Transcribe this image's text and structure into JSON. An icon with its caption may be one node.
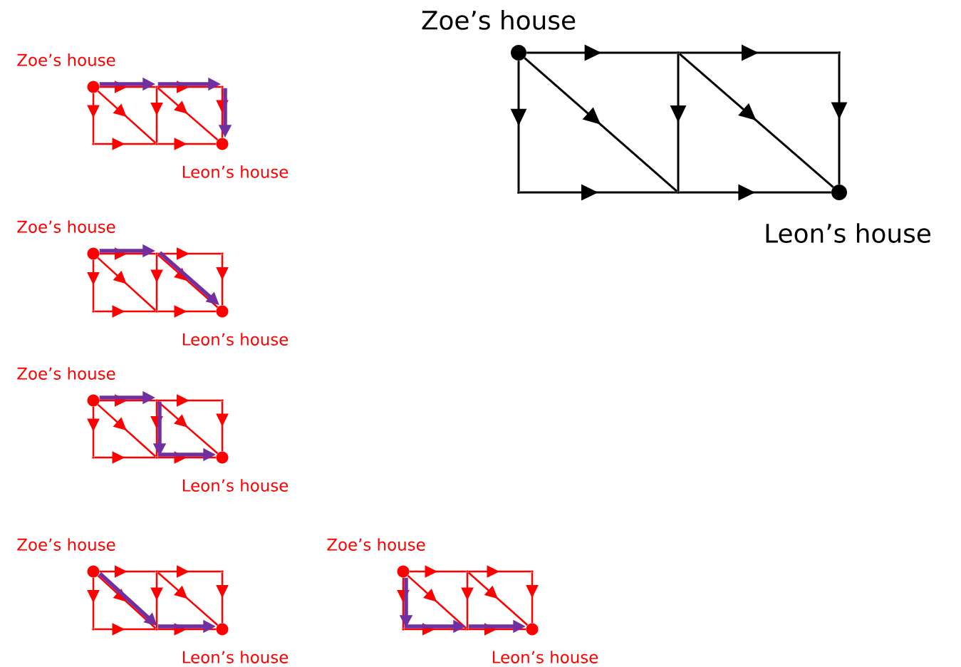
{
  "diagram": {
    "nodes": [
      {
        "text": [],
        "shape": "circle",
        "beside": [
          "Zoe’s house"
        ]
      },
      {
        "text": [],
        "shape": "corner"
      },
      {
        "text": [],
        "shape": "corner"
      },
      {
        "text": [],
        "shape": "corner"
      },
      {
        "text": [],
        "shape": "corner"
      },
      {
        "text": [],
        "shape": "circle",
        "beside": [
          "Leon’s house"
        ]
      },
      {
        "text": [],
        "shape": "circle",
        "beside": [
          "Zoe’s house"
        ]
      },
      {
        "text": [],
        "shape": "corner"
      },
      {
        "text": [],
        "shape": "corner"
      },
      {
        "text": [],
        "shape": "corner"
      },
      {
        "text": [],
        "shape": "corner"
      },
      {
        "text": [],
        "shape": "circle",
        "beside": [
          "Leon’s house"
        ]
      },
      {
        "text": [],
        "shape": "circle",
        "beside": [
          "Zoe’s house"
        ]
      },
      {
        "text": [],
        "shape": "corner"
      },
      {
        "text": [],
        "shape": "corner"
      },
      {
        "text": [],
        "shape": "corner"
      },
      {
        "text": [],
        "shape": "corner"
      },
      {
        "text": [],
        "shape": "circle",
        "beside": [
          "Leon’s house"
        ]
      },
      {
        "text": [],
        "shape": "circle",
        "beside": [
          "Zoe’s house"
        ]
      },
      {
        "text": [],
        "shape": "corner"
      },
      {
        "text": [],
        "shape": "corner"
      },
      {
        "text": [],
        "shape": "corner"
      },
      {
        "text": [],
        "shape": "corner"
      },
      {
        "text": [],
        "shape": "circle",
        "beside": [
          "Leon’s house"
        ]
      },
      {
        "text": [],
        "shape": "circle",
        "beside": [
          "Zoe’s house"
        ]
      },
      {
        "text": [],
        "shape": "corner"
      },
      {
        "text": [],
        "shape": "corner"
      },
      {
        "text": [],
        "shape": "corner"
      },
      {
        "text": [],
        "shape": "corner"
      },
      {
        "text": [],
        "shape": "circle",
        "beside": [
          "Leon’s house"
        ]
      },
      {
        "text": [],
        "shape": "circle",
        "beside": [
          "Zoe’s house"
        ]
      },
      {
        "text": [],
        "shape": "corner"
      },
      {
        "text": [],
        "shape": "corner"
      },
      {
        "text": [],
        "shape": "corner"
      },
      {
        "text": [],
        "shape": "corner"
      },
      {
        "text": [],
        "shape": "circle",
        "beside": [
          "Leon’s house"
        ]
      }
    ],
    "edges": [
      {
        "from": 0,
        "to": 1,
        "arrow": "to",
        "color": "#000000"
      },
      {
        "from": 1,
        "to": 2,
        "arrow": "to",
        "color": "#000000"
      },
      {
        "from": 0,
        "to": 3,
        "arrow": "to",
        "color": "#000000"
      },
      {
        "from": 1,
        "to": 4,
        "arrow": "to",
        "color": "#000000"
      },
      {
        "from": 2,
        "to": 5,
        "arrow": "to",
        "color": "#000000"
      },
      {
        "from": 3,
        "to": 4,
        "arrow": "to",
        "color": "#000000"
      },
      {
        "from": 4,
        "to": 5,
        "arrow": "to",
        "color": "#000000"
      },
      {
        "from": 0,
        "to": 4,
        "arrow": "to",
        "color": "#000000"
      },
      {
        "from": 1,
        "to": 5,
        "arrow": "to",
        "color": "#000000"
      },
      {
        "from": 6,
        "to": 7,
        "arrow": "to"
      },
      {
        "from": 7,
        "to": 8,
        "arrow": "to"
      },
      {
        "from": 6,
        "to": 9,
        "arrow": "to"
      },
      {
        "from": 7,
        "to": 10,
        "arrow": "to"
      },
      {
        "from": 8,
        "to": 11,
        "arrow": "to"
      },
      {
        "from": 9,
        "to": 10,
        "arrow": "to"
      },
      {
        "from": 10,
        "to": 11,
        "arrow": "to"
      },
      {
        "from": 6,
        "to": 10,
        "arrow": "to"
      },
      {
        "from": 7,
        "to": 11,
        "arrow": "to"
      },
      {
        "from": 12,
        "to": 13,
        "arrow": "to"
      },
      {
        "from": 13,
        "to": 14,
        "arrow": "to"
      },
      {
        "from": 12,
        "to": 15,
        "arrow": "to"
      },
      {
        "from": 13,
        "to": 16,
        "arrow": "to"
      },
      {
        "from": 14,
        "to": 17,
        "arrow": "to"
      },
      {
        "from": 15,
        "to": 16,
        "arrow": "to"
      },
      {
        "from": 16,
        "to": 17,
        "arrow": "to"
      },
      {
        "from": 12,
        "to": 16,
        "arrow": "to"
      },
      {
        "from": 13,
        "to": 17,
        "arrow": "to"
      },
      {
        "from": 18,
        "to": 19,
        "arrow": "to"
      },
      {
        "from": 19,
        "to": 20,
        "arrow": "to"
      },
      {
        "from": 18,
        "to": 21,
        "arrow": "to"
      },
      {
        "from": 19,
        "to": 22,
        "arrow": "to"
      },
      {
        "from": 20,
        "to": 23,
        "arrow": "to"
      },
      {
        "from": 21,
        "to": 22,
        "arrow": "to"
      },
      {
        "from": 22,
        "to": 23,
        "arrow": "to"
      },
      {
        "from": 18,
        "to": 22,
        "arrow": "to"
      },
      {
        "from": 19,
        "to": 23,
        "arrow": "to"
      },
      {
        "from": 24,
        "to": 25,
        "arrow": "to"
      },
      {
        "from": 25,
        "to": 26,
        "arrow": "to"
      },
      {
        "from": 24,
        "to": 27,
        "arrow": "to"
      },
      {
        "from": 25,
        "to": 28,
        "arrow": "to"
      },
      {
        "from": 26,
        "to": 29,
        "arrow": "to"
      },
      {
        "from": 27,
        "to": 28,
        "arrow": "to"
      },
      {
        "from": 28,
        "to": 29,
        "arrow": "to"
      },
      {
        "from": 24,
        "to": 28,
        "arrow": "to"
      },
      {
        "from": 25,
        "to": 29,
        "arrow": "to"
      },
      {
        "from": 30,
        "to": 31,
        "arrow": "to"
      },
      {
        "from": 31,
        "to": 32,
        "arrow": "to"
      },
      {
        "from": 30,
        "to": 33,
        "arrow": "to"
      },
      {
        "from": 31,
        "to": 34,
        "arrow": "to"
      },
      {
        "from": 32,
        "to": 35,
        "arrow": "to"
      },
      {
        "from": 33,
        "to": 34,
        "arrow": "to"
      },
      {
        "from": 34,
        "to": 35,
        "arrow": "to"
      },
      {
        "from": 30,
        "to": 34,
        "arrow": "to"
      },
      {
        "from": 31,
        "to": 35,
        "arrow": "to"
      },
      {
        "from": 6,
        "to": 7,
        "arrow": "to",
        "style": "thick",
        "color": "#7030a0"
      },
      {
        "from": 7,
        "to": 8,
        "arrow": "to",
        "style": "thick",
        "color": "#7030a0"
      },
      {
        "from": 8,
        "to": 11,
        "arrow": "to",
        "style": "thick",
        "color": "#7030a0"
      },
      {
        "from": 12,
        "to": 13,
        "arrow": "to",
        "style": "thick",
        "color": "#7030a0"
      },
      {
        "from": 13,
        "to": 17,
        "arrow": "to",
        "style": "thick",
        "color": "#7030a0"
      },
      {
        "from": 18,
        "to": 19,
        "arrow": "to",
        "style": "thick",
        "color": "#7030a0"
      },
      {
        "from": 19,
        "to": 22,
        "arrow": "to",
        "style": "thick",
        "color": "#7030a0"
      },
      {
        "from": 22,
        "to": 23,
        "arrow": "to",
        "style": "thick",
        "color": "#7030a0"
      },
      {
        "from": 24,
        "to": 28,
        "arrow": "to",
        "style": "thick",
        "color": "#7030a0"
      },
      {
        "from": 28,
        "to": 29,
        "arrow": "to",
        "style": "thick",
        "color": "#7030a0"
      },
      {
        "from": 30,
        "to": 33,
        "arrow": "to",
        "style": "thick",
        "color": "#7030a0"
      },
      {
        "from": 33,
        "to": 34,
        "arrow": "to",
        "style": "thick",
        "color": "#7030a0"
      },
      {
        "from": 34,
        "to": 35,
        "arrow": "to",
        "style": "thick",
        "color": "#7030a0"
      }
    ]
  }
}
